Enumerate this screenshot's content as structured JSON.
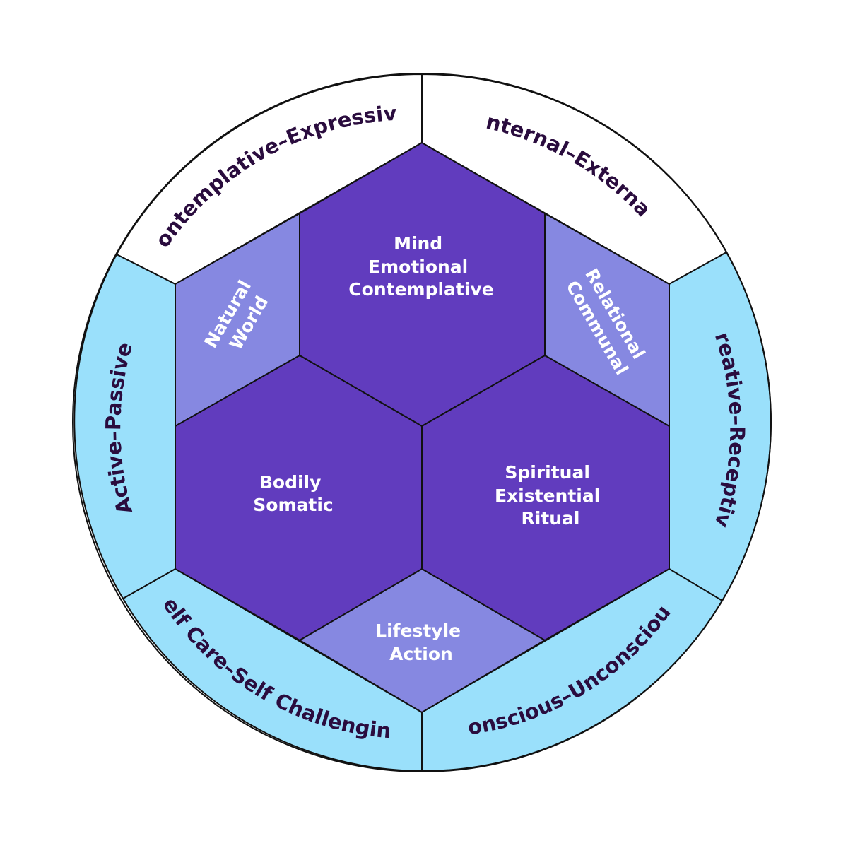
{
  "colors": {
    "outer_white": "#ffffff",
    "outer_blue": "#9ae0fb",
    "hex_dark": "#613cbe",
    "hex_light": "#8688e1",
    "outline": "#111111",
    "outer_text": "#2a0c3e",
    "inner_text": "#ffffff"
  },
  "outer_ring": {
    "contemplative_expressive": "Contemplative–Expressive",
    "internal_external": "Internal–External",
    "active_passive": "Active–Passive",
    "creative_receptive": "Creative–Receptive",
    "self_care_self_challenging": "Self Care–Self Challenging",
    "conscious_unconscious": "Conscious–Unconscious"
  },
  "hexagons": {
    "mind": [
      "Mind",
      "Emotional",
      "Contemplative"
    ],
    "bodily": [
      "Bodily",
      "Somatic"
    ],
    "spiritual": [
      "Spiritual",
      "Existential",
      "Ritual"
    ]
  },
  "diamonds": {
    "natural_world": [
      "Natural",
      "World"
    ],
    "relational_communal": [
      "Relational",
      "Communal"
    ],
    "lifestyle_action": [
      "Lifestyle",
      "Action"
    ]
  }
}
